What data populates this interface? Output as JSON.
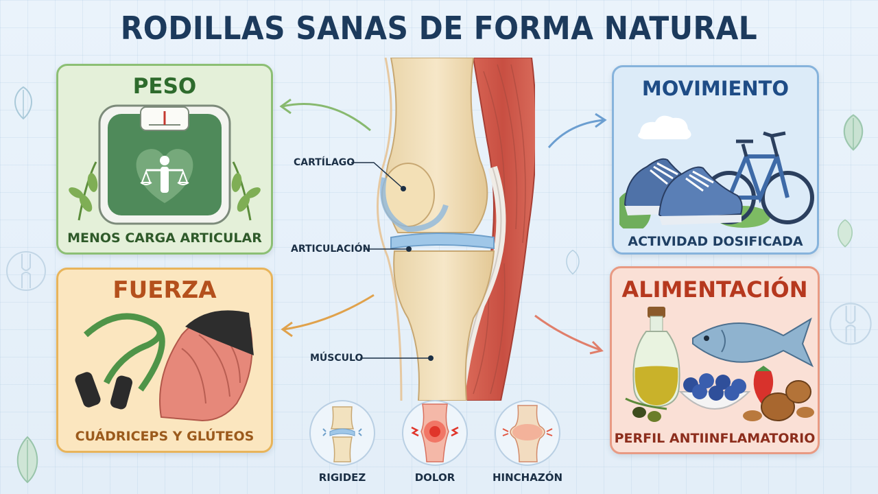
{
  "title": "RODILLAS SANAS DE FORMA NATURAL",
  "cards": {
    "peso": {
      "title": "PESO",
      "caption": "MENOS CARGA ARTICULAR",
      "icon": "scale-icon"
    },
    "fuerza": {
      "title": "FUERZA",
      "caption": "CUÁDRICEPS Y GLÚTEOS",
      "icon": "resistance-band-icon"
    },
    "movimiento": {
      "title": "MOVIMIENTO",
      "caption": "ACTIVIDAD DOSIFICADA",
      "icon": "shoes-bike-icon"
    },
    "alimentacion": {
      "title": "ALIMENTACIÓN",
      "caption": "PERFIL ANTIINFLAMATORIO",
      "icon": "food-icon"
    }
  },
  "knee_labels": {
    "cartilago": "CARTÍLAGO",
    "articulacion": "ARTICULACIÓN",
    "musculo": "MÚSCULO"
  },
  "symptoms": [
    {
      "label": "RIGIDEZ",
      "icon": "stiff-knee-icon"
    },
    {
      "label": "DOLOR",
      "icon": "pain-knee-icon"
    },
    {
      "label": "HINCHAZÓN",
      "icon": "swollen-knee-icon"
    }
  ],
  "colors": {
    "title": "#1c3a5c",
    "peso": "#2e6b2d",
    "fuerza": "#b4501c",
    "movimiento": "#1e4c86",
    "alimentacion": "#b6381e"
  }
}
